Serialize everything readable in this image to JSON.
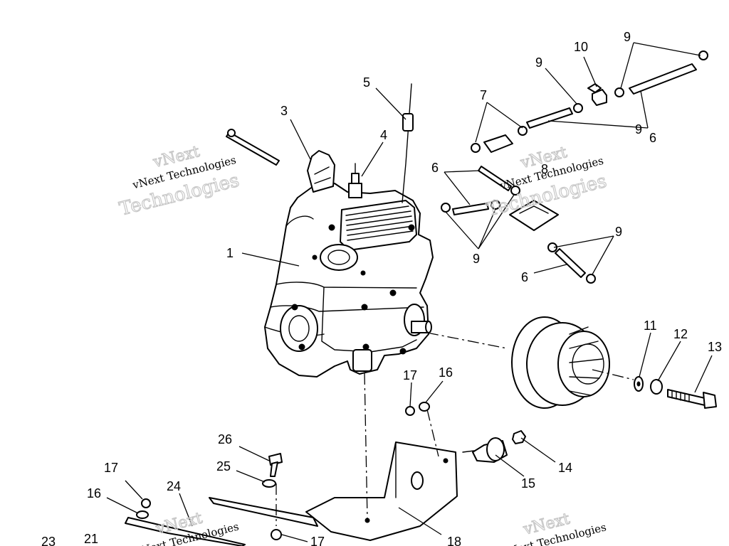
{
  "watermark": {
    "text_top": "vNext",
    "text_line1": "vNext Technologies",
    "text_line2": "Technologies"
  },
  "callouts": {
    "c1": "1",
    "c3": "3",
    "c4": "4",
    "c5": "5",
    "c6a": "6",
    "c6b": "6",
    "c6c": "6",
    "c7": "7",
    "c9a": "9",
    "c9b": "9",
    "c9c": "9",
    "c9d": "9",
    "c9e": "9",
    "c10": "10",
    "c11": "11",
    "c12": "12",
    "c13": "13",
    "c14": "14",
    "c15": "15",
    "c16a": "16",
    "c16b": "16",
    "c17a": "17",
    "c17b": "17",
    "c17c": "17",
    "c18": "18",
    "c21": "21",
    "c23": "23",
    "c24": "24",
    "c25": "25",
    "c26": "26",
    "c8": "8"
  }
}
